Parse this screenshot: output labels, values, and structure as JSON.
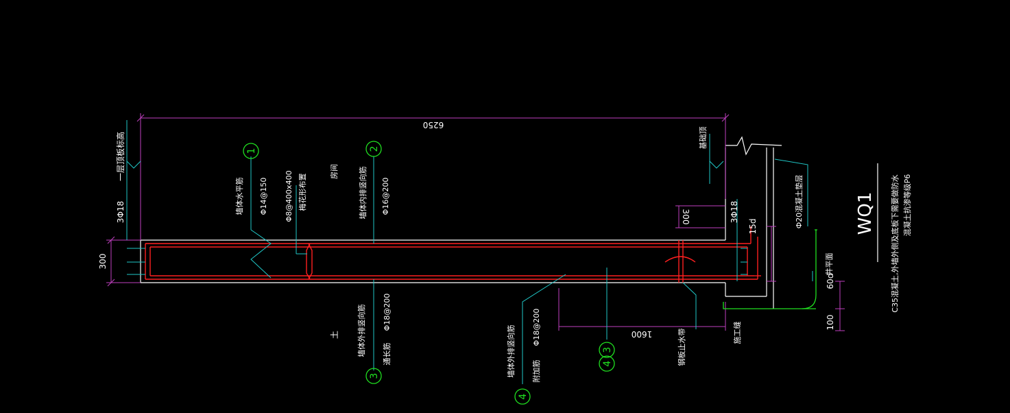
{
  "title": "WQ1",
  "note_line1": "C35混凝土,外墙外侧及底板下需要做防水",
  "note_line2": "混凝土抗渗等级P6",
  "dimensions": {
    "overall_length": "6250",
    "wall_thickness": "300",
    "top_offset": "300",
    "extension": "1600",
    "anchor_15d": "15d",
    "anchor_60d": "60d",
    "bottom_100": "100"
  },
  "labels": {
    "top_edge_bars": "3Φ18",
    "top_edge_bars_right": "3Φ18",
    "floor_level": "一层顶板标高",
    "horiz_rebar_title": "墙体水平筋",
    "horiz_rebar_spec": "Φ14@150",
    "tie_bar_spec": "Φ8@400x400",
    "tie_bar_note": "梅花形布置",
    "room": "房间",
    "inner_vert_title": "墙体内排竖向筋",
    "inner_vert_spec": "Φ16@200",
    "outer_vert_title": "墙体外排竖向筋",
    "outer_vert_spec": "Φ18@200",
    "outer_vert_note": "通长筋",
    "outer_vert_add_title": "墙体外排竖向筋",
    "outer_vert_add_spec": "Φ18@200",
    "outer_vert_add_note": "附加筋",
    "soil": "土",
    "slab_top": "基础顶",
    "cushion": "Ф20混凝土垫层",
    "waterstop": "钢板止水带",
    "construction_joint": "施工缝",
    "well_face": "井平面"
  },
  "bubbles": [
    "1",
    "2",
    "3",
    "4",
    "4",
    "3"
  ]
}
